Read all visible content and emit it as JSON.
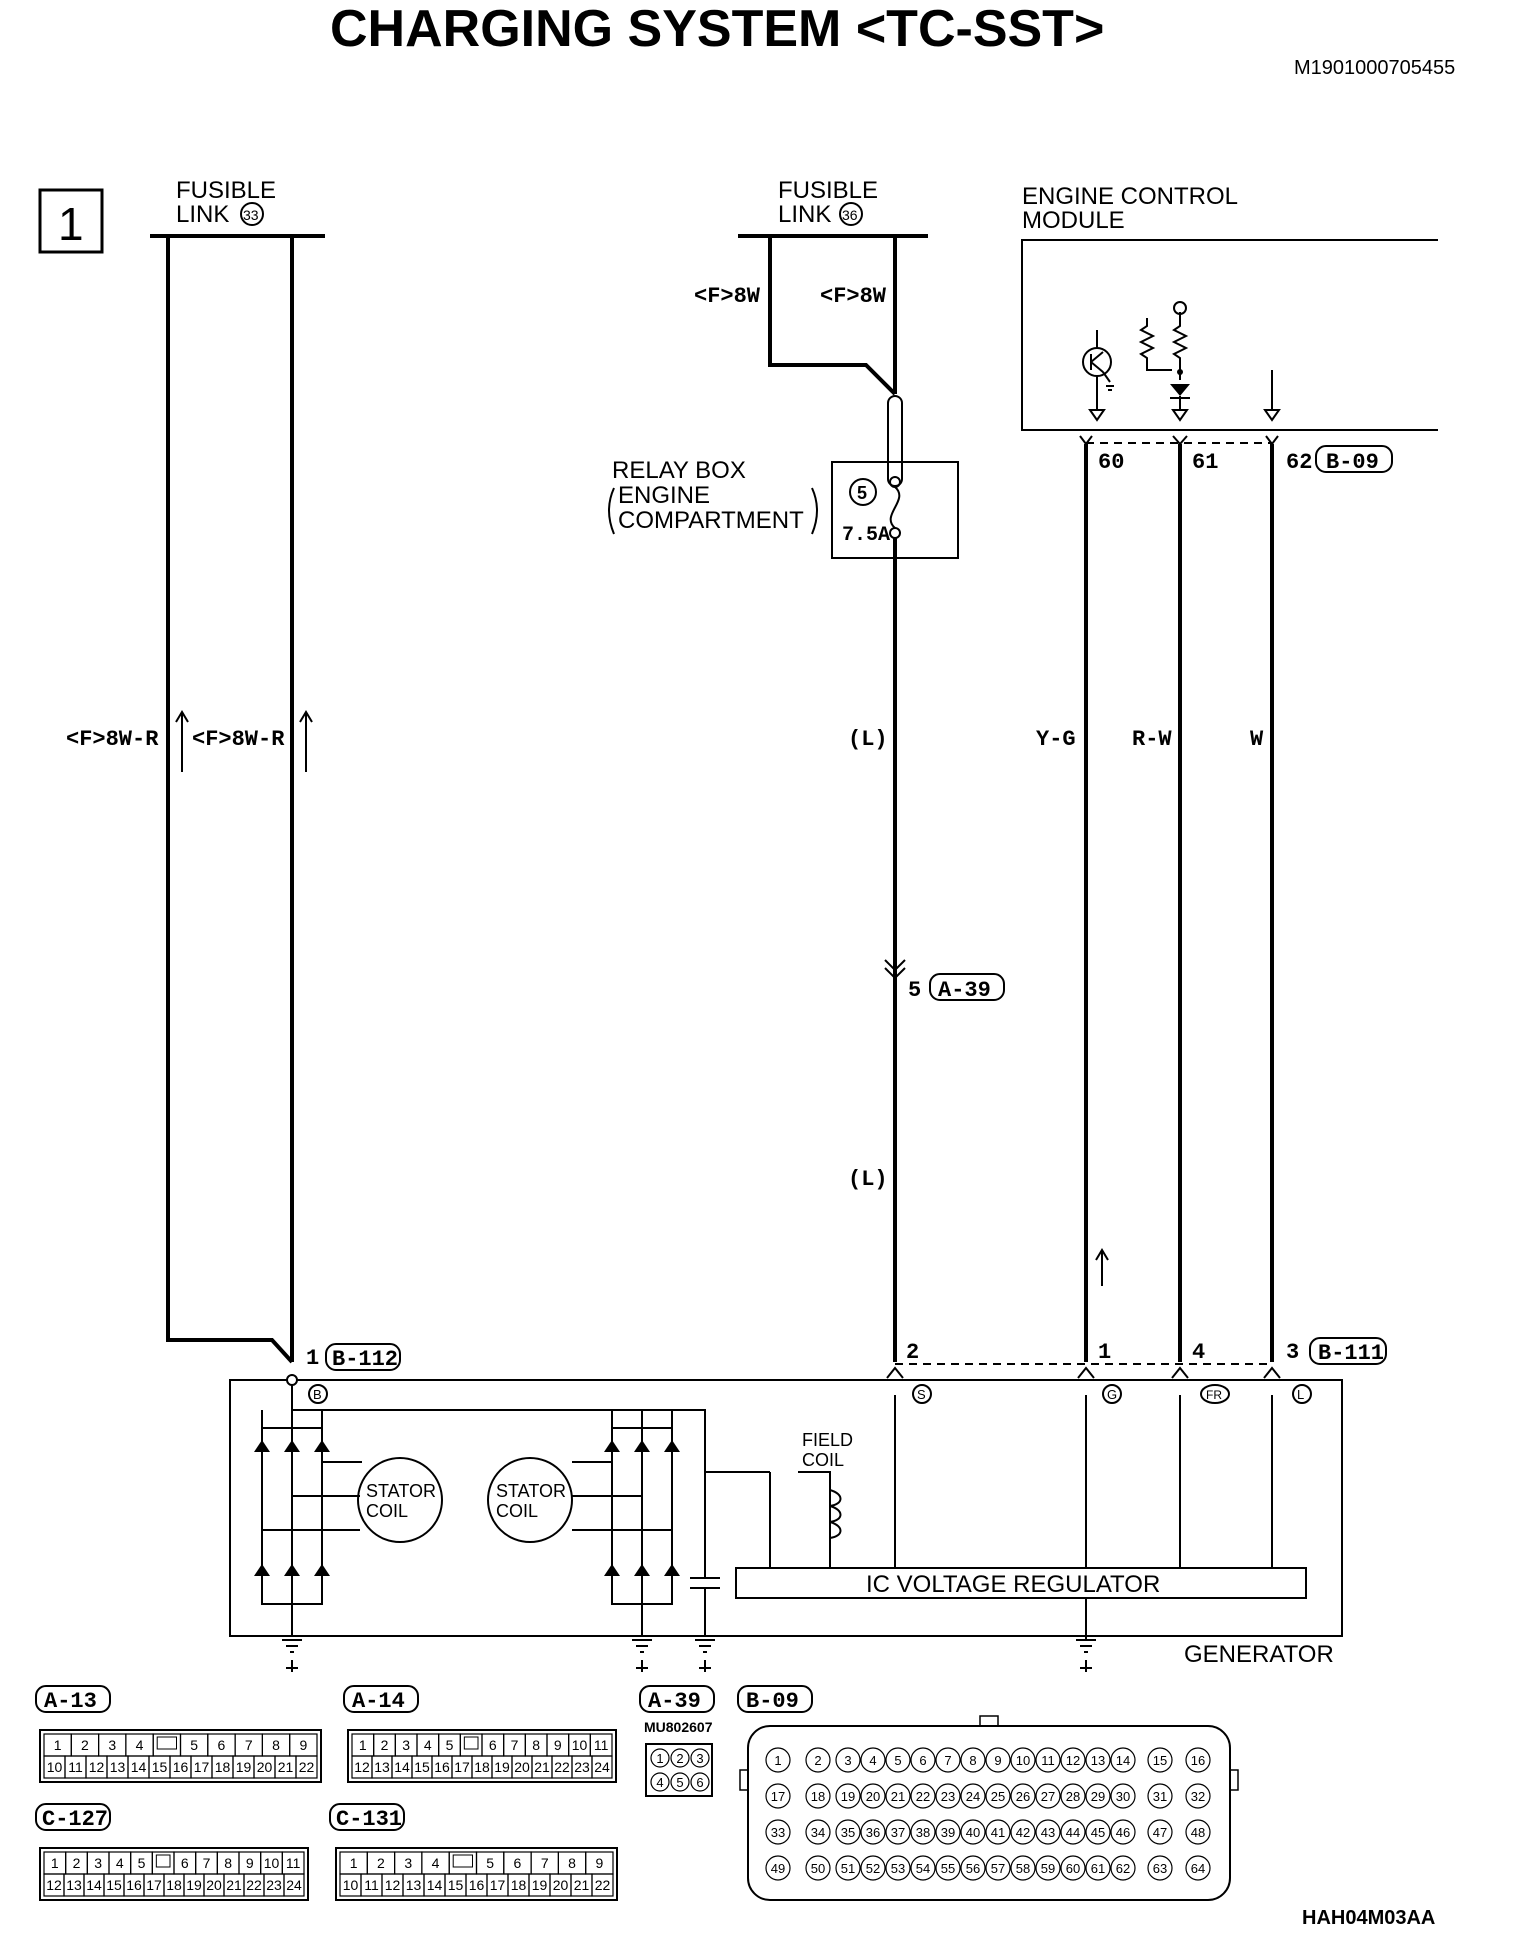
{
  "title": "CHARGING SYSTEM <TC-SST>",
  "doc_id": "M1901000705455",
  "page_number": "1",
  "figure_code": "HAH04M03AA",
  "components": {
    "fusible_link_33": {
      "line1": "FUSIBLE",
      "line2": "LINK",
      "number": "33"
    },
    "fusible_link_36": {
      "line1": "FUSIBLE",
      "line2": "LINK",
      "number": "36"
    },
    "ecm": {
      "line1": "ENGINE CONTROL",
      "line2": "MODULE"
    },
    "relay_box": {
      "line1": "RELAY BOX",
      "line2": "ENGINE",
      "line3": "COMPARTMENT",
      "fuse_no": "5",
      "fuse_rating": "7.5A"
    },
    "generator": "GENERATOR",
    "stator_left": {
      "line1": "STATOR",
      "line2": "COIL"
    },
    "stator_right": {
      "line1": "STATOR",
      "line2": "COIL"
    },
    "field_coil": {
      "line1": "FIELD",
      "line2": "COIL"
    },
    "ic_regulator": "IC VOLTAGE REGULATOR"
  },
  "wire_labels": {
    "f8w_left": "<F>8W",
    "f8w_right": "<F>8W",
    "f8wr_1": "<F>8W-R",
    "f8wr_2": "<F>8W-R",
    "l_upper": "(L)",
    "l_lower": "(L)",
    "yg": "Y-G",
    "rw": "R-W",
    "w": "W"
  },
  "pins": {
    "ecm_60": "60",
    "ecm_61": "61",
    "ecm_62": "62",
    "ecm_conn": "B-09",
    "a39_pin": "5",
    "a39_conn": "A-39",
    "b112_pin": "1",
    "b112_conn": "B-112",
    "gen_2": "2",
    "gen_1": "1",
    "gen_4": "4",
    "gen_3": "3",
    "b111_conn": "B-111",
    "term_b": "B",
    "term_s": "S",
    "term_g": "G",
    "term_fr": "FR",
    "term_l": "L"
  },
  "connectors": {
    "a13": {
      "name": "A-13",
      "row1": [
        "1",
        "2",
        "3",
        "4",
        "",
        "5",
        "6",
        "7",
        "8",
        "9"
      ],
      "row2": [
        "10",
        "11",
        "12",
        "13",
        "14",
        "15",
        "16",
        "17",
        "18",
        "19",
        "20",
        "21",
        "22"
      ]
    },
    "a14": {
      "name": "A-14",
      "row1": [
        "1",
        "2",
        "3",
        "4",
        "5",
        "",
        "6",
        "7",
        "8",
        "9",
        "10",
        "11"
      ],
      "row2": [
        "12",
        "13",
        "14",
        "15",
        "16",
        "17",
        "18",
        "19",
        "20",
        "21",
        "22",
        "23",
        "24"
      ]
    },
    "a39": {
      "name": "A-39",
      "part": "MU802607",
      "row1": [
        "1",
        "2",
        "3"
      ],
      "row2": [
        "4",
        "5",
        "6"
      ]
    },
    "b09": {
      "name": "B-09"
    },
    "c127": {
      "name": "C-127",
      "row1": [
        "1",
        "2",
        "3",
        "4",
        "5",
        "",
        "6",
        "7",
        "8",
        "9",
        "10",
        "11"
      ],
      "row2": [
        "12",
        "13",
        "14",
        "15",
        "16",
        "17",
        "18",
        "19",
        "20",
        "21",
        "22",
        "23",
        "24"
      ]
    },
    "c131": {
      "name": "C-131",
      "row1": [
        "1",
        "2",
        "3",
        "4",
        "",
        "5",
        "6",
        "7",
        "8",
        "9"
      ],
      "row2": [
        "10",
        "11",
        "12",
        "13",
        "14",
        "15",
        "16",
        "17",
        "18",
        "19",
        "20",
        "21",
        "22"
      ]
    }
  }
}
